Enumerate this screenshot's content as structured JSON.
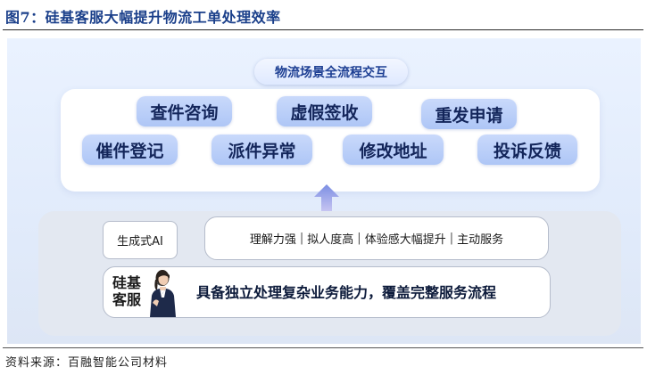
{
  "figure_title": "图7：硅基客服大幅提升物流工单处理效率",
  "flow_title": "物流场景全流程交互",
  "top_chips": [
    "查件咨询",
    "虚假签收",
    "重发申请",
    "催件登记",
    "派件异常",
    "修改地址",
    "投诉反馈"
  ],
  "gen_ai_label": "生成式AI",
  "features": [
    "理解力强",
    "拟人度高",
    "体验感大幅提升",
    "主动服务"
  ],
  "silicon_label": [
    "硅基",
    "客服"
  ],
  "capability_text": "具备独立处理复杂业务能力，覆盖完整服务流程",
  "source_text": "资料来源：百融智能公司材料",
  "colors": {
    "title": "#1a3f8a",
    "chip_fill": "#bcd0f9",
    "chip_text": "#13255a",
    "arrow": "#8a9ee6",
    "panel": "#e4ecfb"
  },
  "icons": {
    "arrow": "up-arrow-icon",
    "agent": "customer-service-agent-icon"
  }
}
